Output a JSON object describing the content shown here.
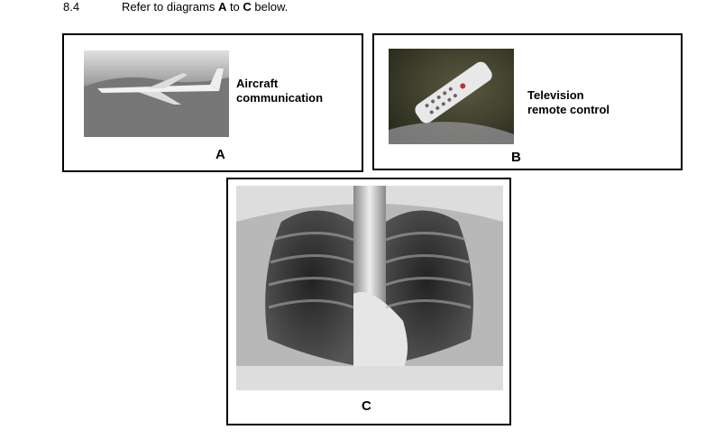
{
  "question": {
    "number": "8.4",
    "prefix": "Refer to diagrams ",
    "a": "A",
    "mid": " to ",
    "c": "C",
    "suffix": " below."
  },
  "diagrams": [
    {
      "letter": "A",
      "caption_line1": "Aircraft",
      "caption_line2": "communication"
    },
    {
      "letter": "B",
      "caption_line1": "Television",
      "caption_line2": "remote control"
    },
    {
      "letter": "C"
    }
  ]
}
